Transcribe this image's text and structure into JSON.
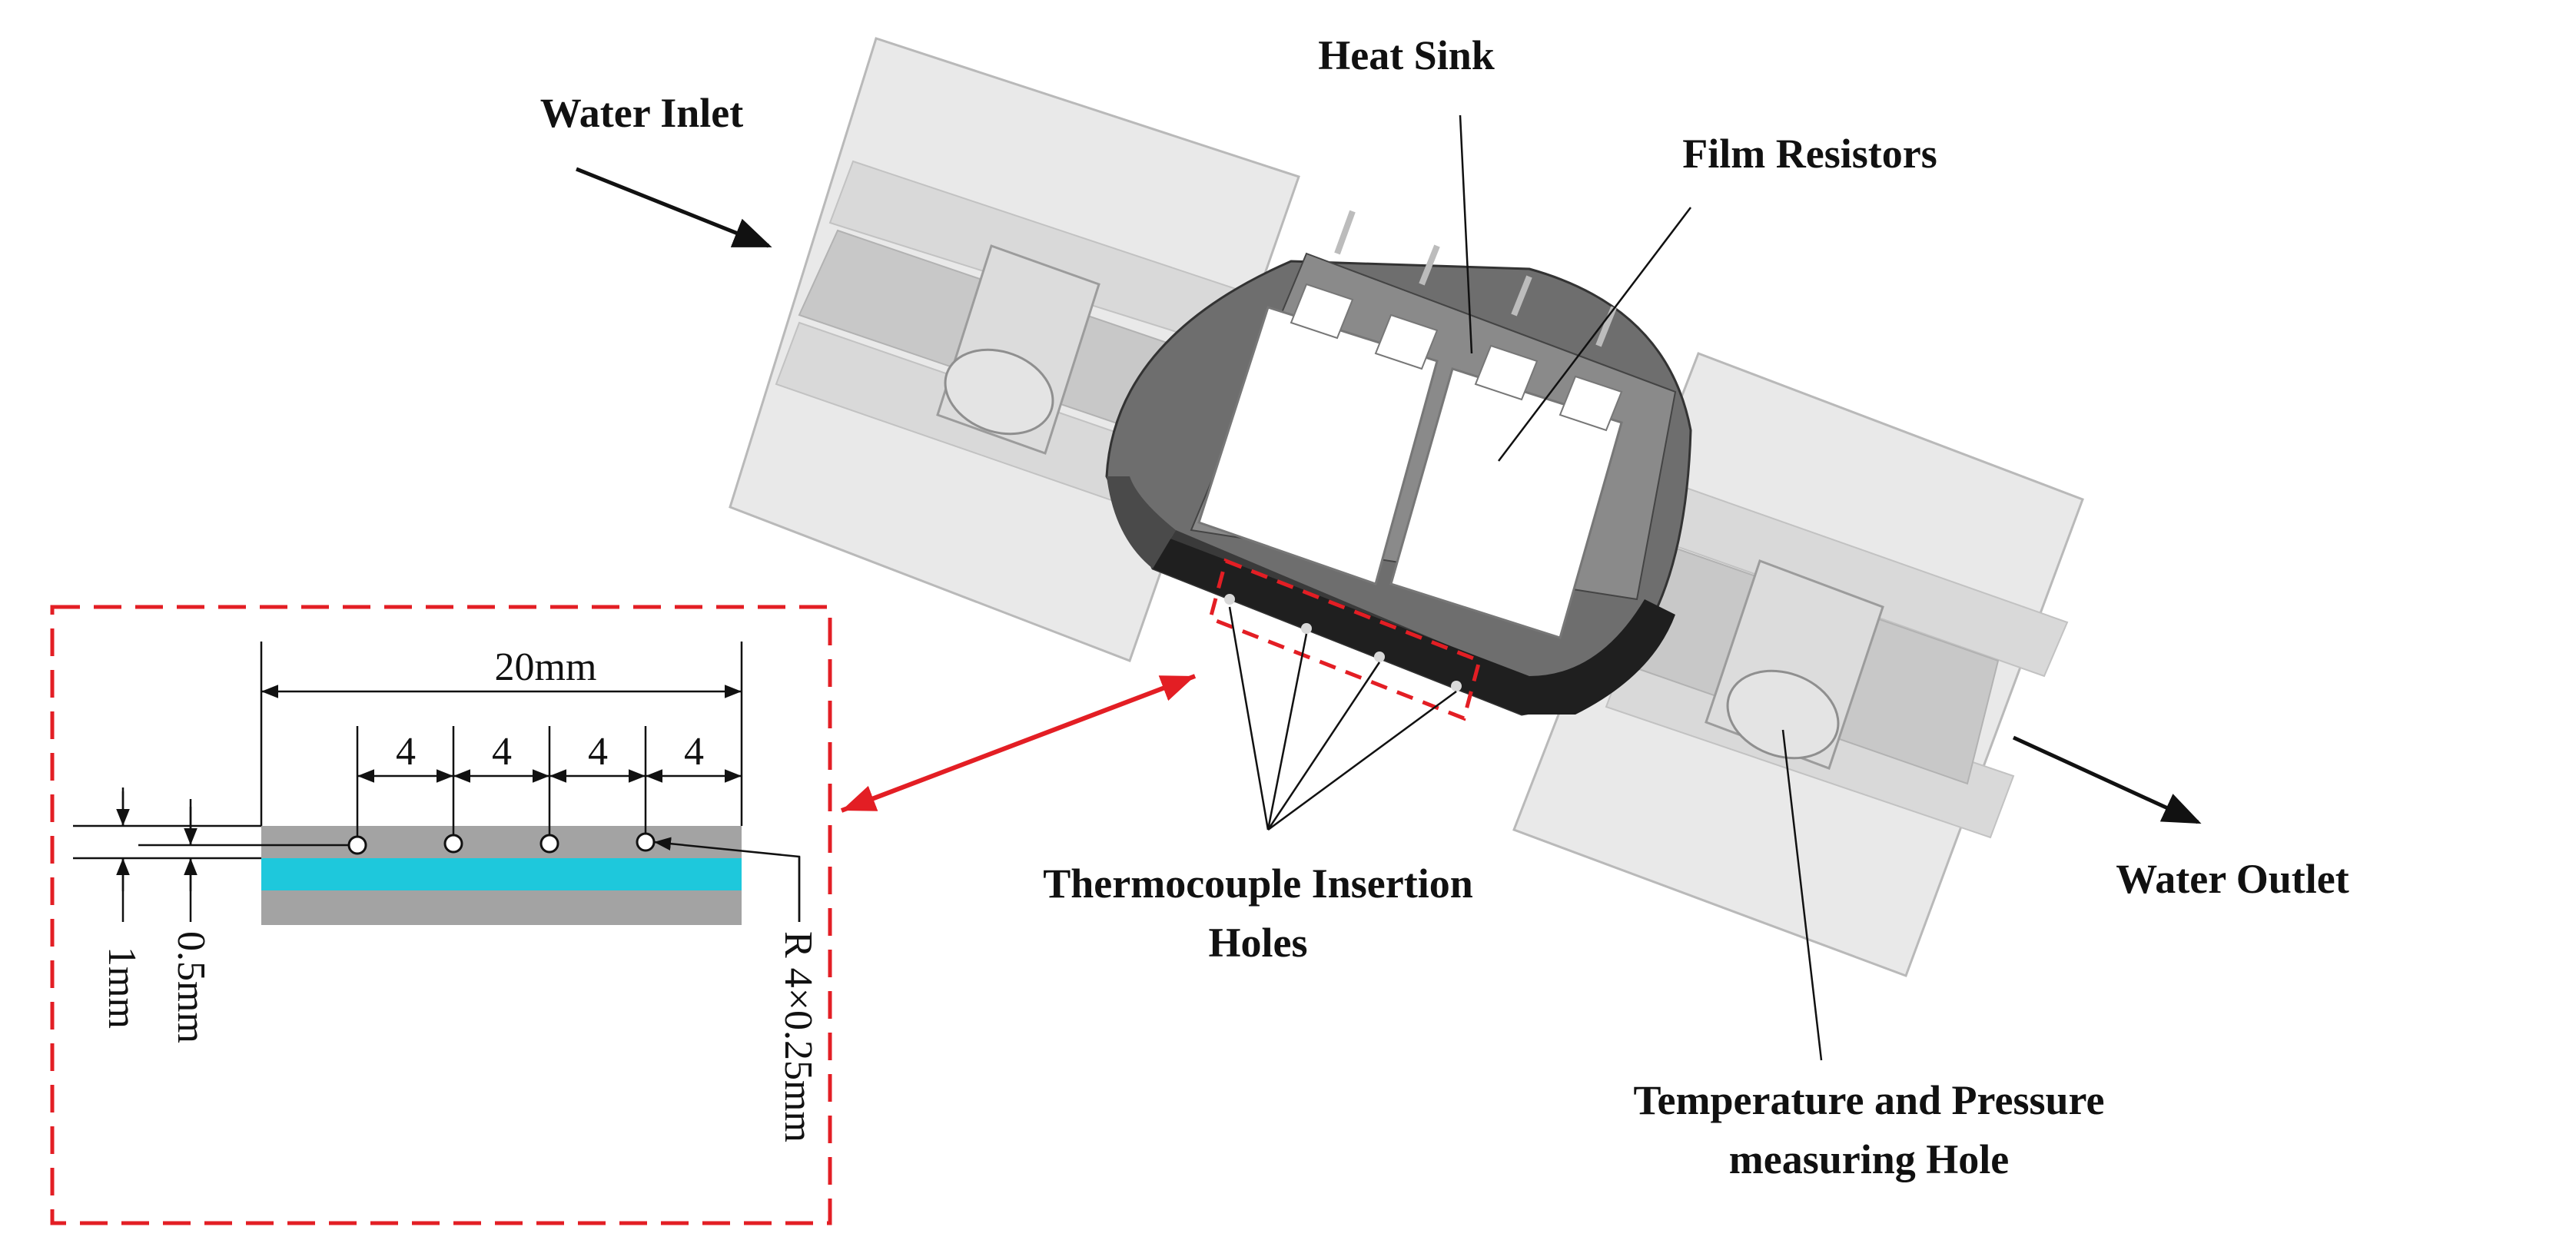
{
  "labels": {
    "water_inlet": "Water Inlet",
    "heat_sink": "Heat Sink",
    "film_resistors": "Film Resistors",
    "water_outlet": "Water Outlet",
    "thermocouple_line1": "Thermocouple Insertion",
    "thermocouple_line2": "Holes",
    "temp_pressure_line1": "Temperature and Pressure",
    "temp_pressure_line2": "measuring Hole"
  },
  "detail": {
    "total_width": "20mm",
    "spacing": [
      "4",
      "4",
      "4",
      "4"
    ],
    "dim_half_mm": "0.5mm",
    "dim_1mm": "1mm",
    "hole_radius": "R 4×0.25mm"
  },
  "colors": {
    "callout_red": "#e31e24",
    "coolant_cyan": "#1ec8dc",
    "plate_gray": "#a3a3a3",
    "block_dark": "#2a2a2a",
    "block_mid": "#777777"
  }
}
